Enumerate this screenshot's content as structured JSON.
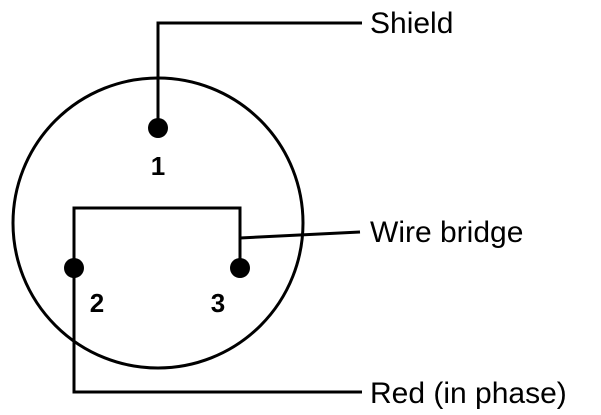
{
  "pins": [
    {
      "number": "1"
    },
    {
      "number": "2"
    },
    {
      "number": "3"
    }
  ],
  "labels": {
    "shield": "Shield",
    "wire_bridge": "Wire bridge",
    "red": "Red (in phase)"
  },
  "colors": {
    "ink": "#000000",
    "background": "#ffffff"
  }
}
